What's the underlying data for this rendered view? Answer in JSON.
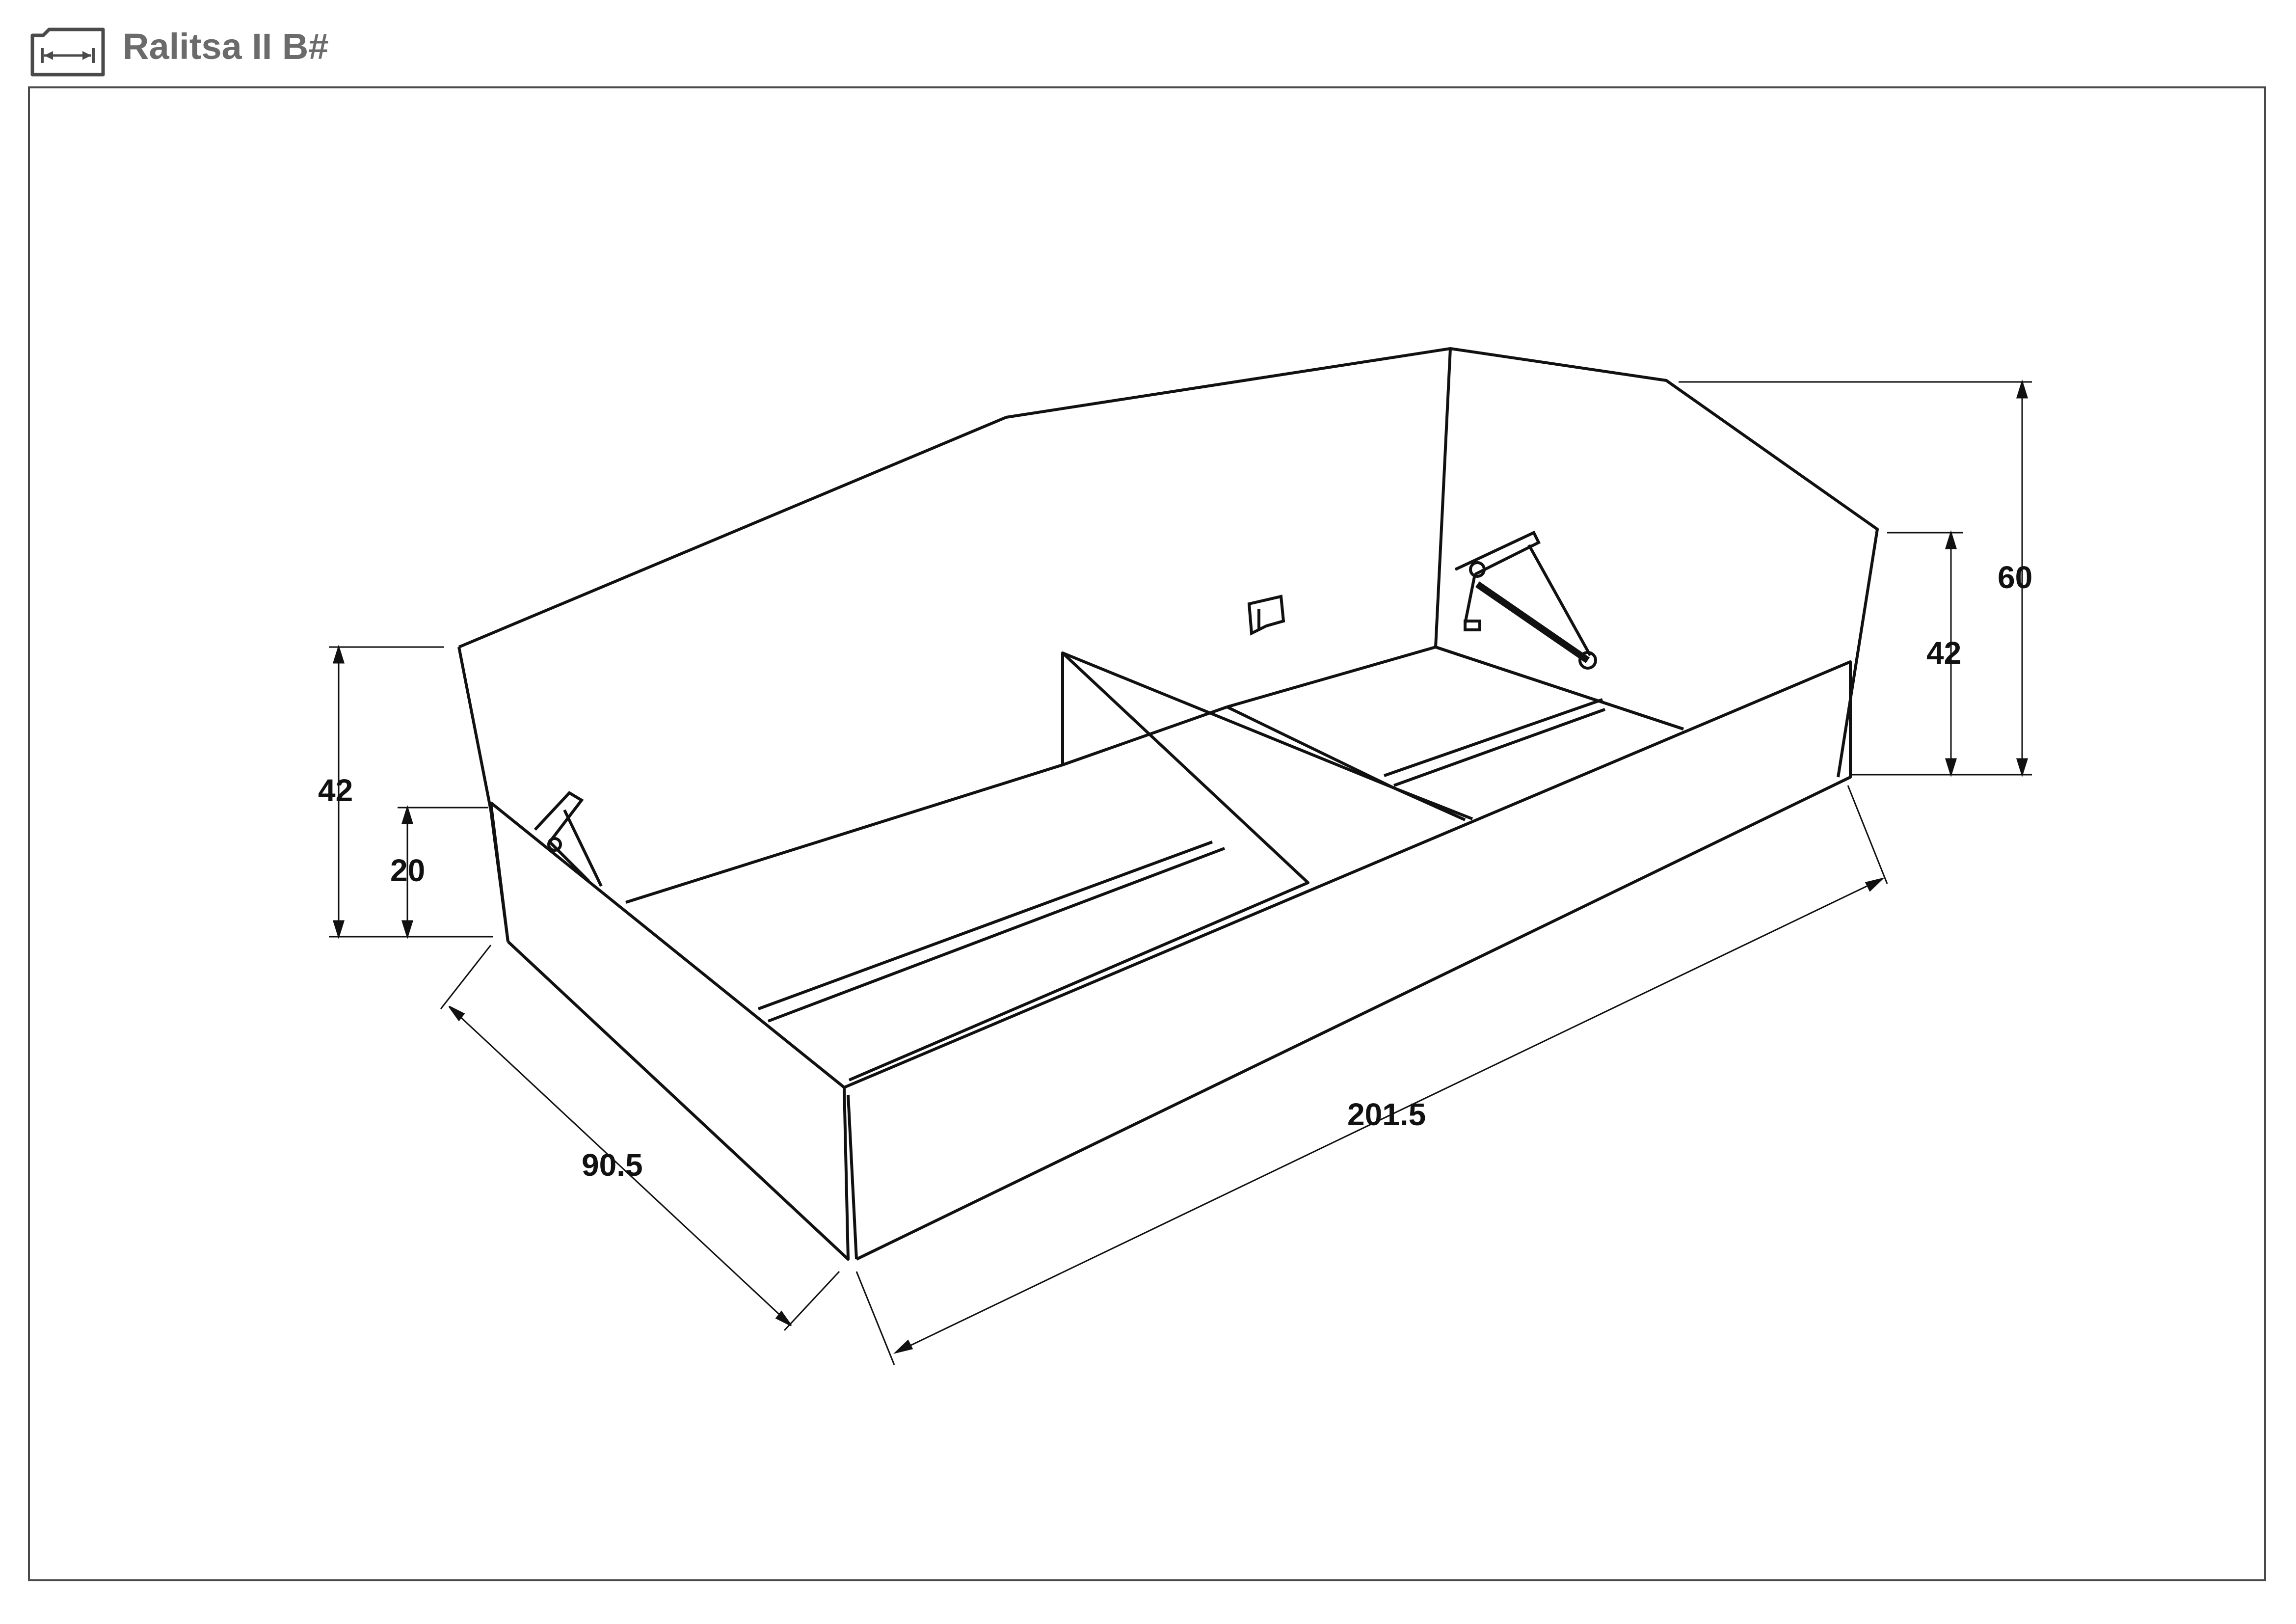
{
  "header": {
    "title": "Ralitsa II B#",
    "icon": "dimensions-icon"
  },
  "dimensions": {
    "length": "201.5",
    "width": "90.5",
    "headboard_height": "60",
    "footboard_height_right": "42",
    "side_height_left": "42",
    "side_inner_height_left": "20"
  },
  "colors": {
    "line": "#111111",
    "title": "#6b6b6b",
    "frame": "#4a4a4a"
  }
}
